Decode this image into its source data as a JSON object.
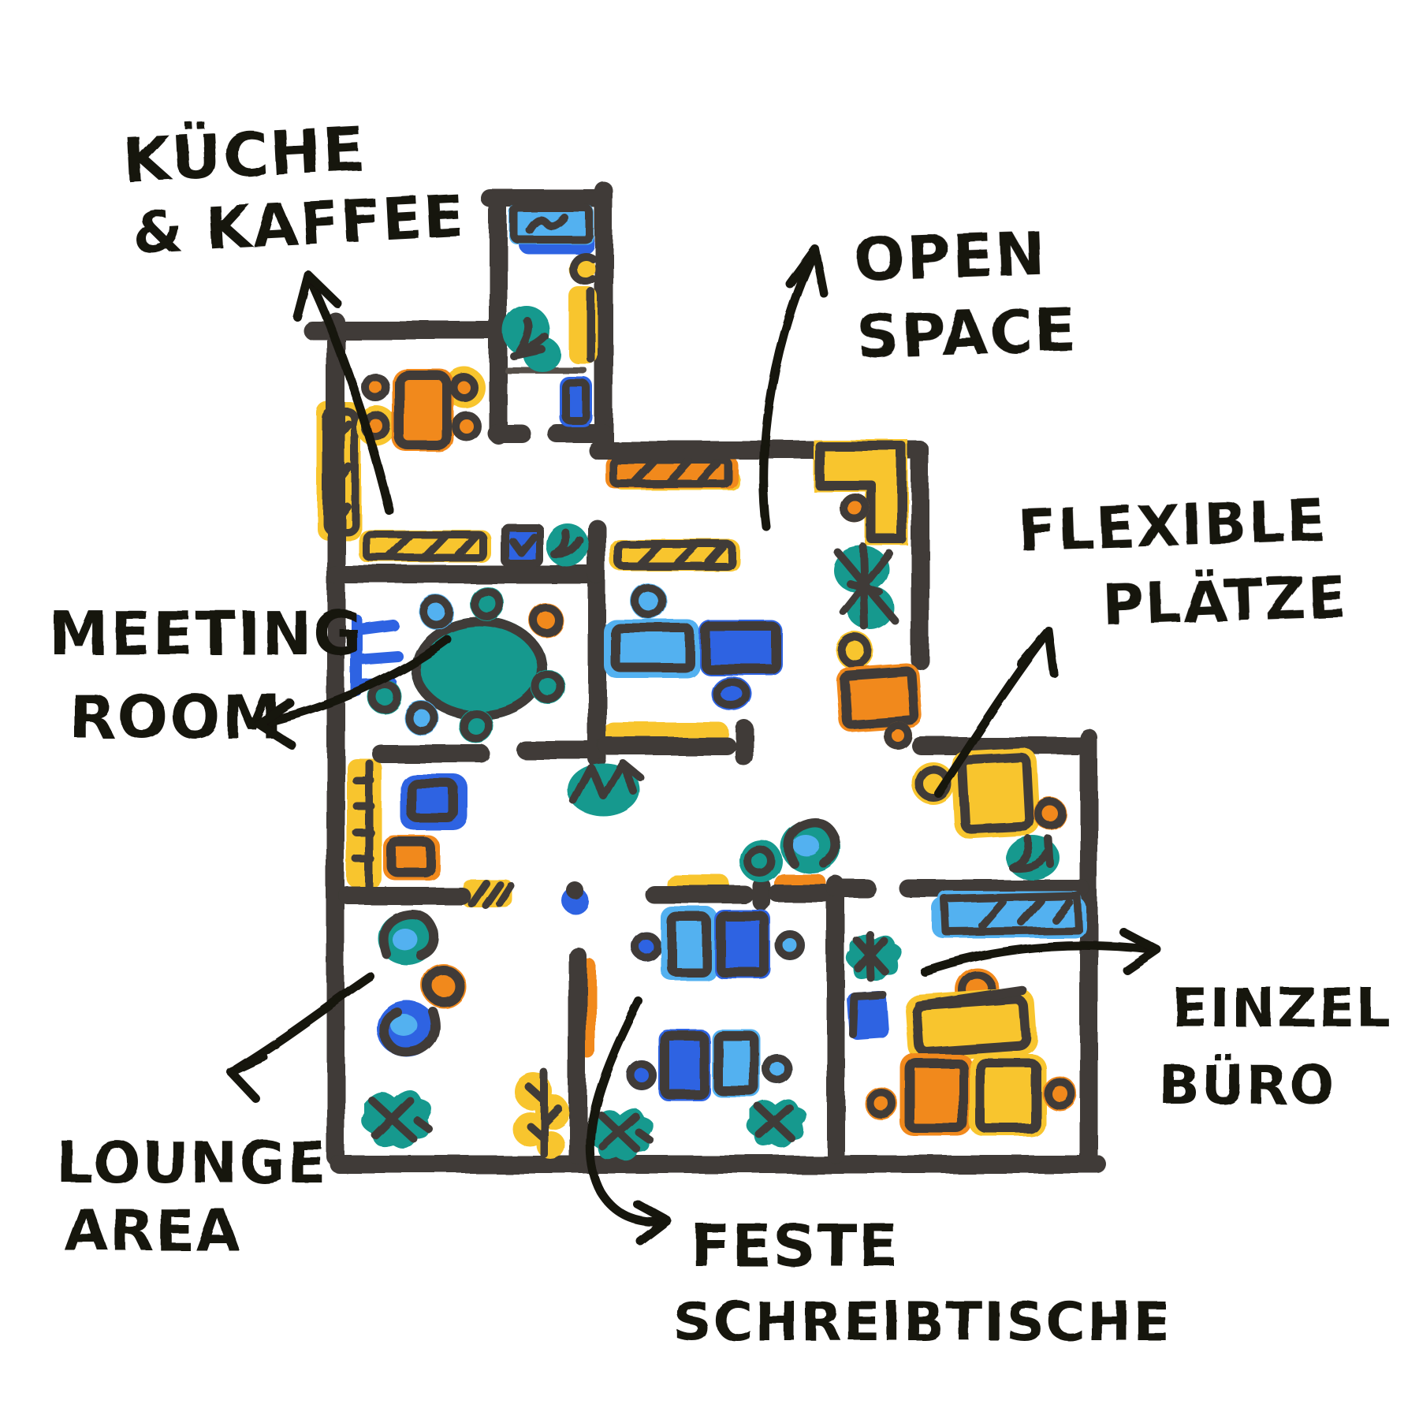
{
  "palette": {
    "paper": "#ffffff",
    "wall": "#3f3b37",
    "ink": "#15120f",
    "orange": "#f1891f",
    "yellow": "#f8c52d",
    "blue": "#2d63e2",
    "lightblue": "#53b1f0",
    "teal": "#14998e"
  },
  "labels": {
    "kueche": {
      "line1": "KÜCHE",
      "line2": "& KAFFEE"
    },
    "open_space": {
      "line1": "OPEN",
      "line2": "SPACE"
    },
    "flexible": {
      "line1": "FLEXIBLE",
      "line2": "PLÄTZE"
    },
    "meeting": {
      "line1": "MEETING",
      "line2": "ROOM"
    },
    "lounge": {
      "line1": "LOUNGE",
      "line2": "AREA"
    },
    "feste": {
      "line1": "FESTE",
      "line2": "SCHREIBTISCHE"
    },
    "einzel": {
      "line1": "EINZEL",
      "line2": "BÜRO"
    }
  }
}
